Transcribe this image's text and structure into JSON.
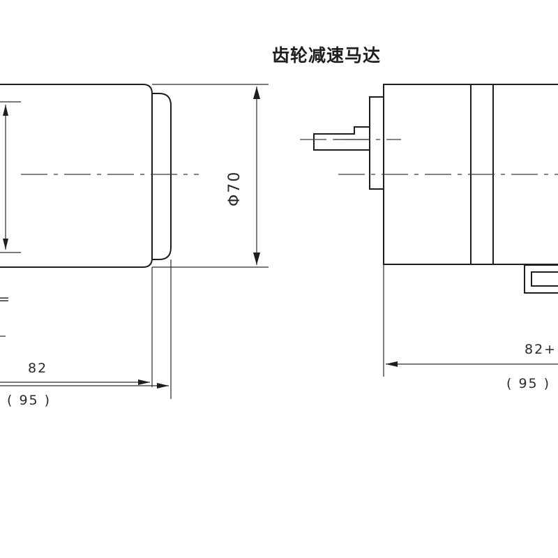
{
  "title": "齿轮减速马达",
  "dimensions": {
    "diameter": "Φ70",
    "left_length": "82",
    "left_length_total": "( 95 )",
    "right_length": "82+",
    "right_length_total": "( 95 )",
    "left_margin_mark": "="
  }
}
